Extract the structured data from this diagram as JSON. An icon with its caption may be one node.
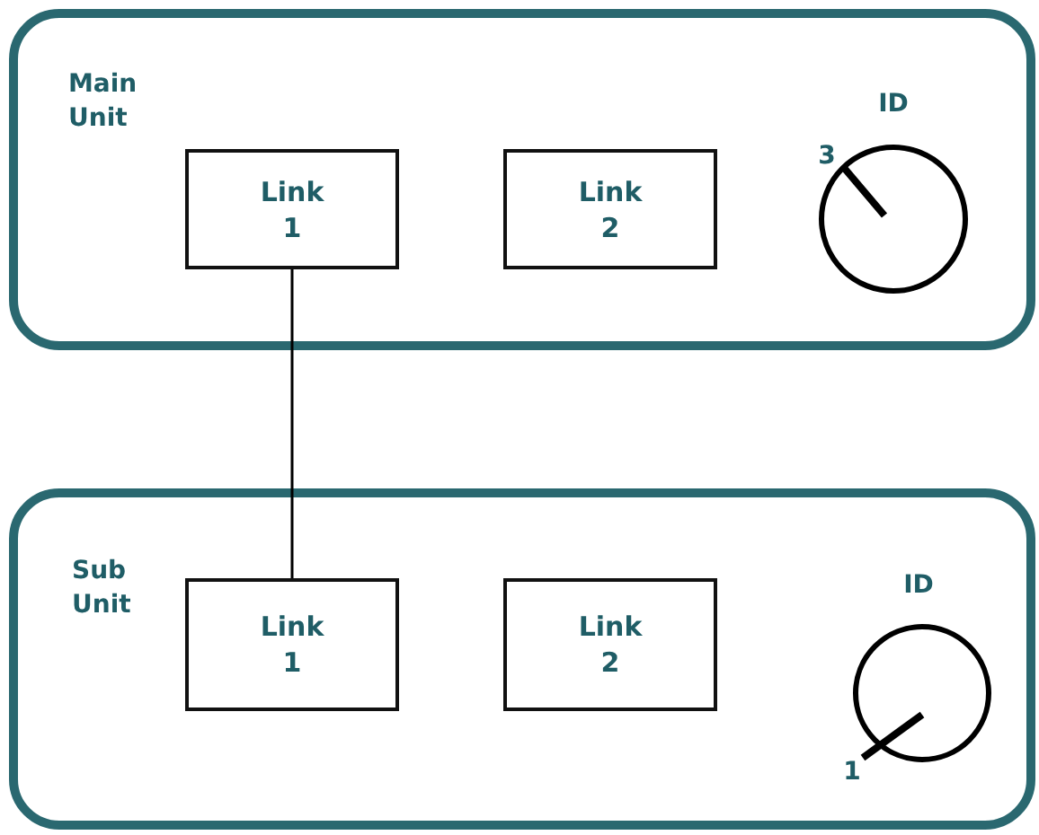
{
  "diagram": {
    "nodes": [
      {
        "text": [
          "Main Unit"
        ]
      },
      {
        "text": [
          "Link 1"
        ],
        "in": 0
      },
      {
        "text": [
          "Link 2"
        ],
        "in": 0
      },
      {
        "text": [
          "ID",
          "3"
        ],
        "in": 0
      },
      {
        "text": [
          "Sub Unit"
        ]
      },
      {
        "text": [
          "Link 1"
        ],
        "in": 4
      },
      {
        "text": [
          "Link 2"
        ],
        "in": 4
      },
      {
        "text": [
          "ID",
          "1"
        ],
        "in": 4
      }
    ],
    "edges": [
      {
        "from": 1,
        "to": 5,
        "arrow": "none"
      }
    ]
  }
}
